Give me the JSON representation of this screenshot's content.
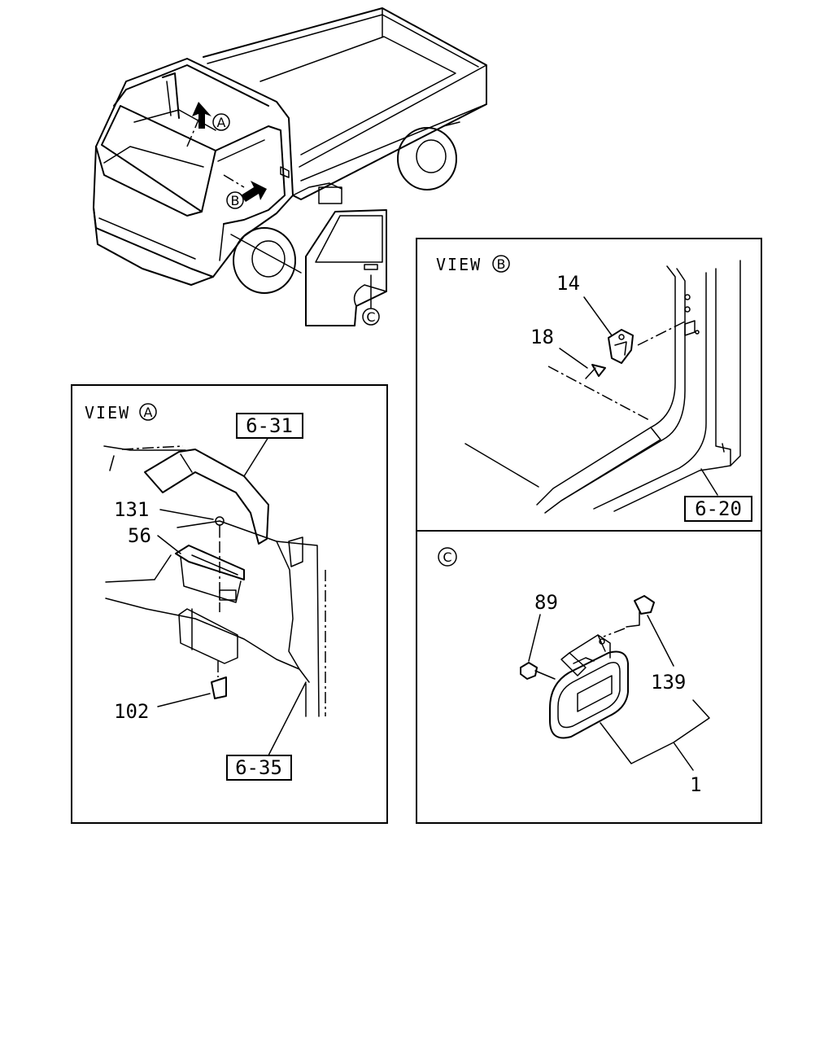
{
  "views": {
    "a": {
      "title": "VIEW",
      "marker": "A"
    },
    "b": {
      "title": "VIEW",
      "marker": "B"
    },
    "c": {
      "marker": "C"
    }
  },
  "truck_markers": {
    "a": "A",
    "b": "B",
    "c": "C"
  },
  "refs": {
    "r631": "6-31",
    "r635": "6-35",
    "r620": "6-20"
  },
  "parts": {
    "p131": "131",
    "p56": "56",
    "p102": "102",
    "p14": "14",
    "p18": "18",
    "p89": "89",
    "p139": "139",
    "p1": "1"
  }
}
